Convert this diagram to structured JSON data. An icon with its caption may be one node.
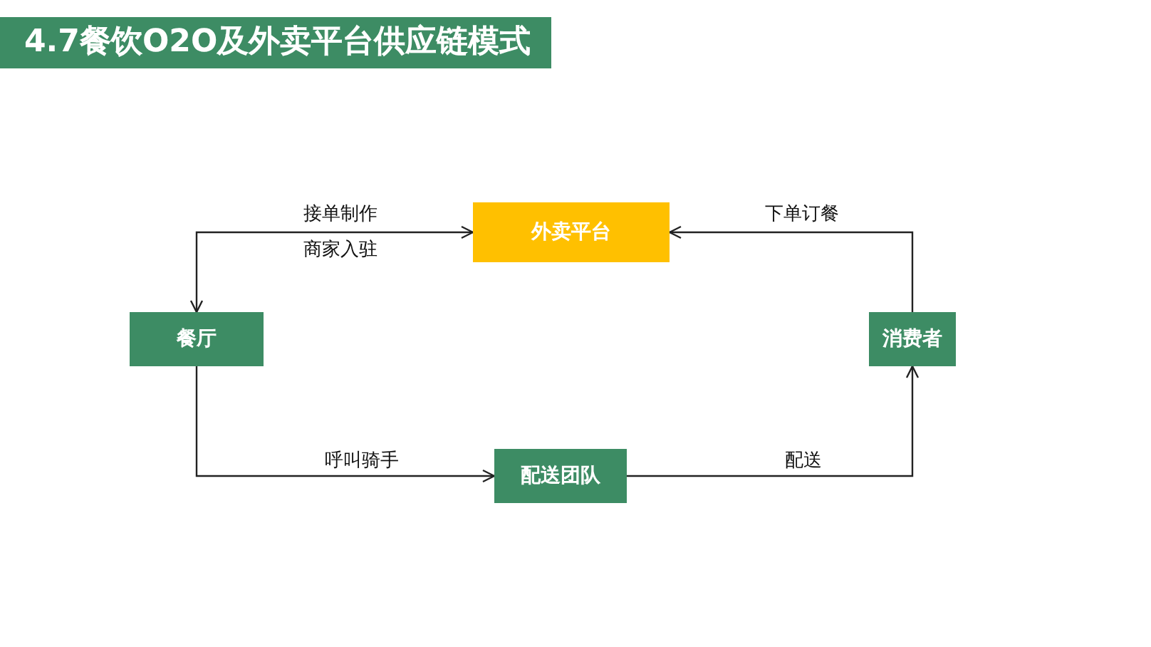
{
  "diagram": {
    "title": "4.7餐饮O2O及外卖平台供应链模式",
    "nodes": [
      {
        "text": [
          "外卖平台"
        ]
      },
      {
        "text": [
          "餐厅"
        ]
      },
      {
        "text": [
          "消费者"
        ]
      },
      {
        "text": [
          "配送团队"
        ]
      }
    ],
    "edges": [
      {
        "from": 1,
        "to": 0,
        "arrow": "both",
        "label": "接单制作"
      },
      {
        "from": 2,
        "to": 0,
        "arrow": "to",
        "label": "下单订餐"
      },
      {
        "from": 1,
        "to": 3,
        "arrow": "to",
        "label": "呼叫骑手"
      },
      {
        "from": 3,
        "to": 2,
        "arrow": "to",
        "label": "配送"
      }
    ],
    "labels": [
      "商家入驻"
    ]
  }
}
